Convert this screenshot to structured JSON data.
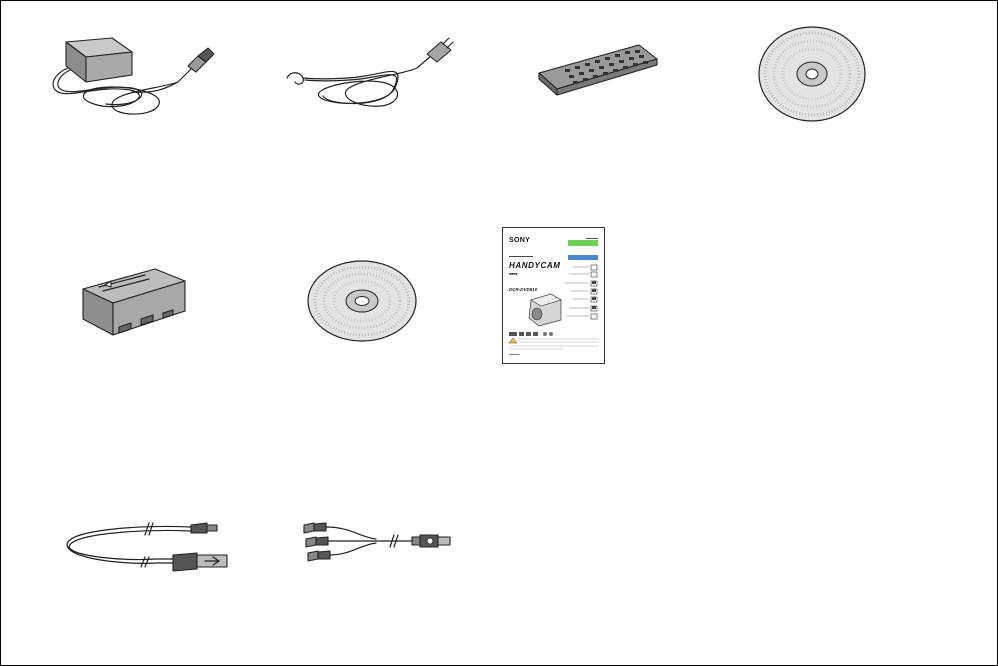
{
  "page": {
    "accessories": [
      {
        "id": "ac-adaptor",
        "icon": "ac-adaptor-icon"
      },
      {
        "id": "power-cord",
        "icon": "power-cord-icon"
      },
      {
        "id": "remote-control",
        "icon": "remote-control-icon"
      },
      {
        "id": "cd-rom-1",
        "icon": "disc-icon"
      },
      {
        "id": "battery-pack",
        "icon": "battery-pack-icon"
      },
      {
        "id": "cd-rom-2",
        "icon": "disc-icon"
      },
      {
        "id": "usb-cable",
        "icon": "usb-cable-icon"
      },
      {
        "id": "av-cable",
        "icon": "av-cable-icon"
      }
    ]
  },
  "manual": {
    "brand": "SONY",
    "logo": "HANDYCAM",
    "model": "DCR-DVD810",
    "accent_green": "#6fd05a",
    "accent_blue": "#4a86c8"
  }
}
